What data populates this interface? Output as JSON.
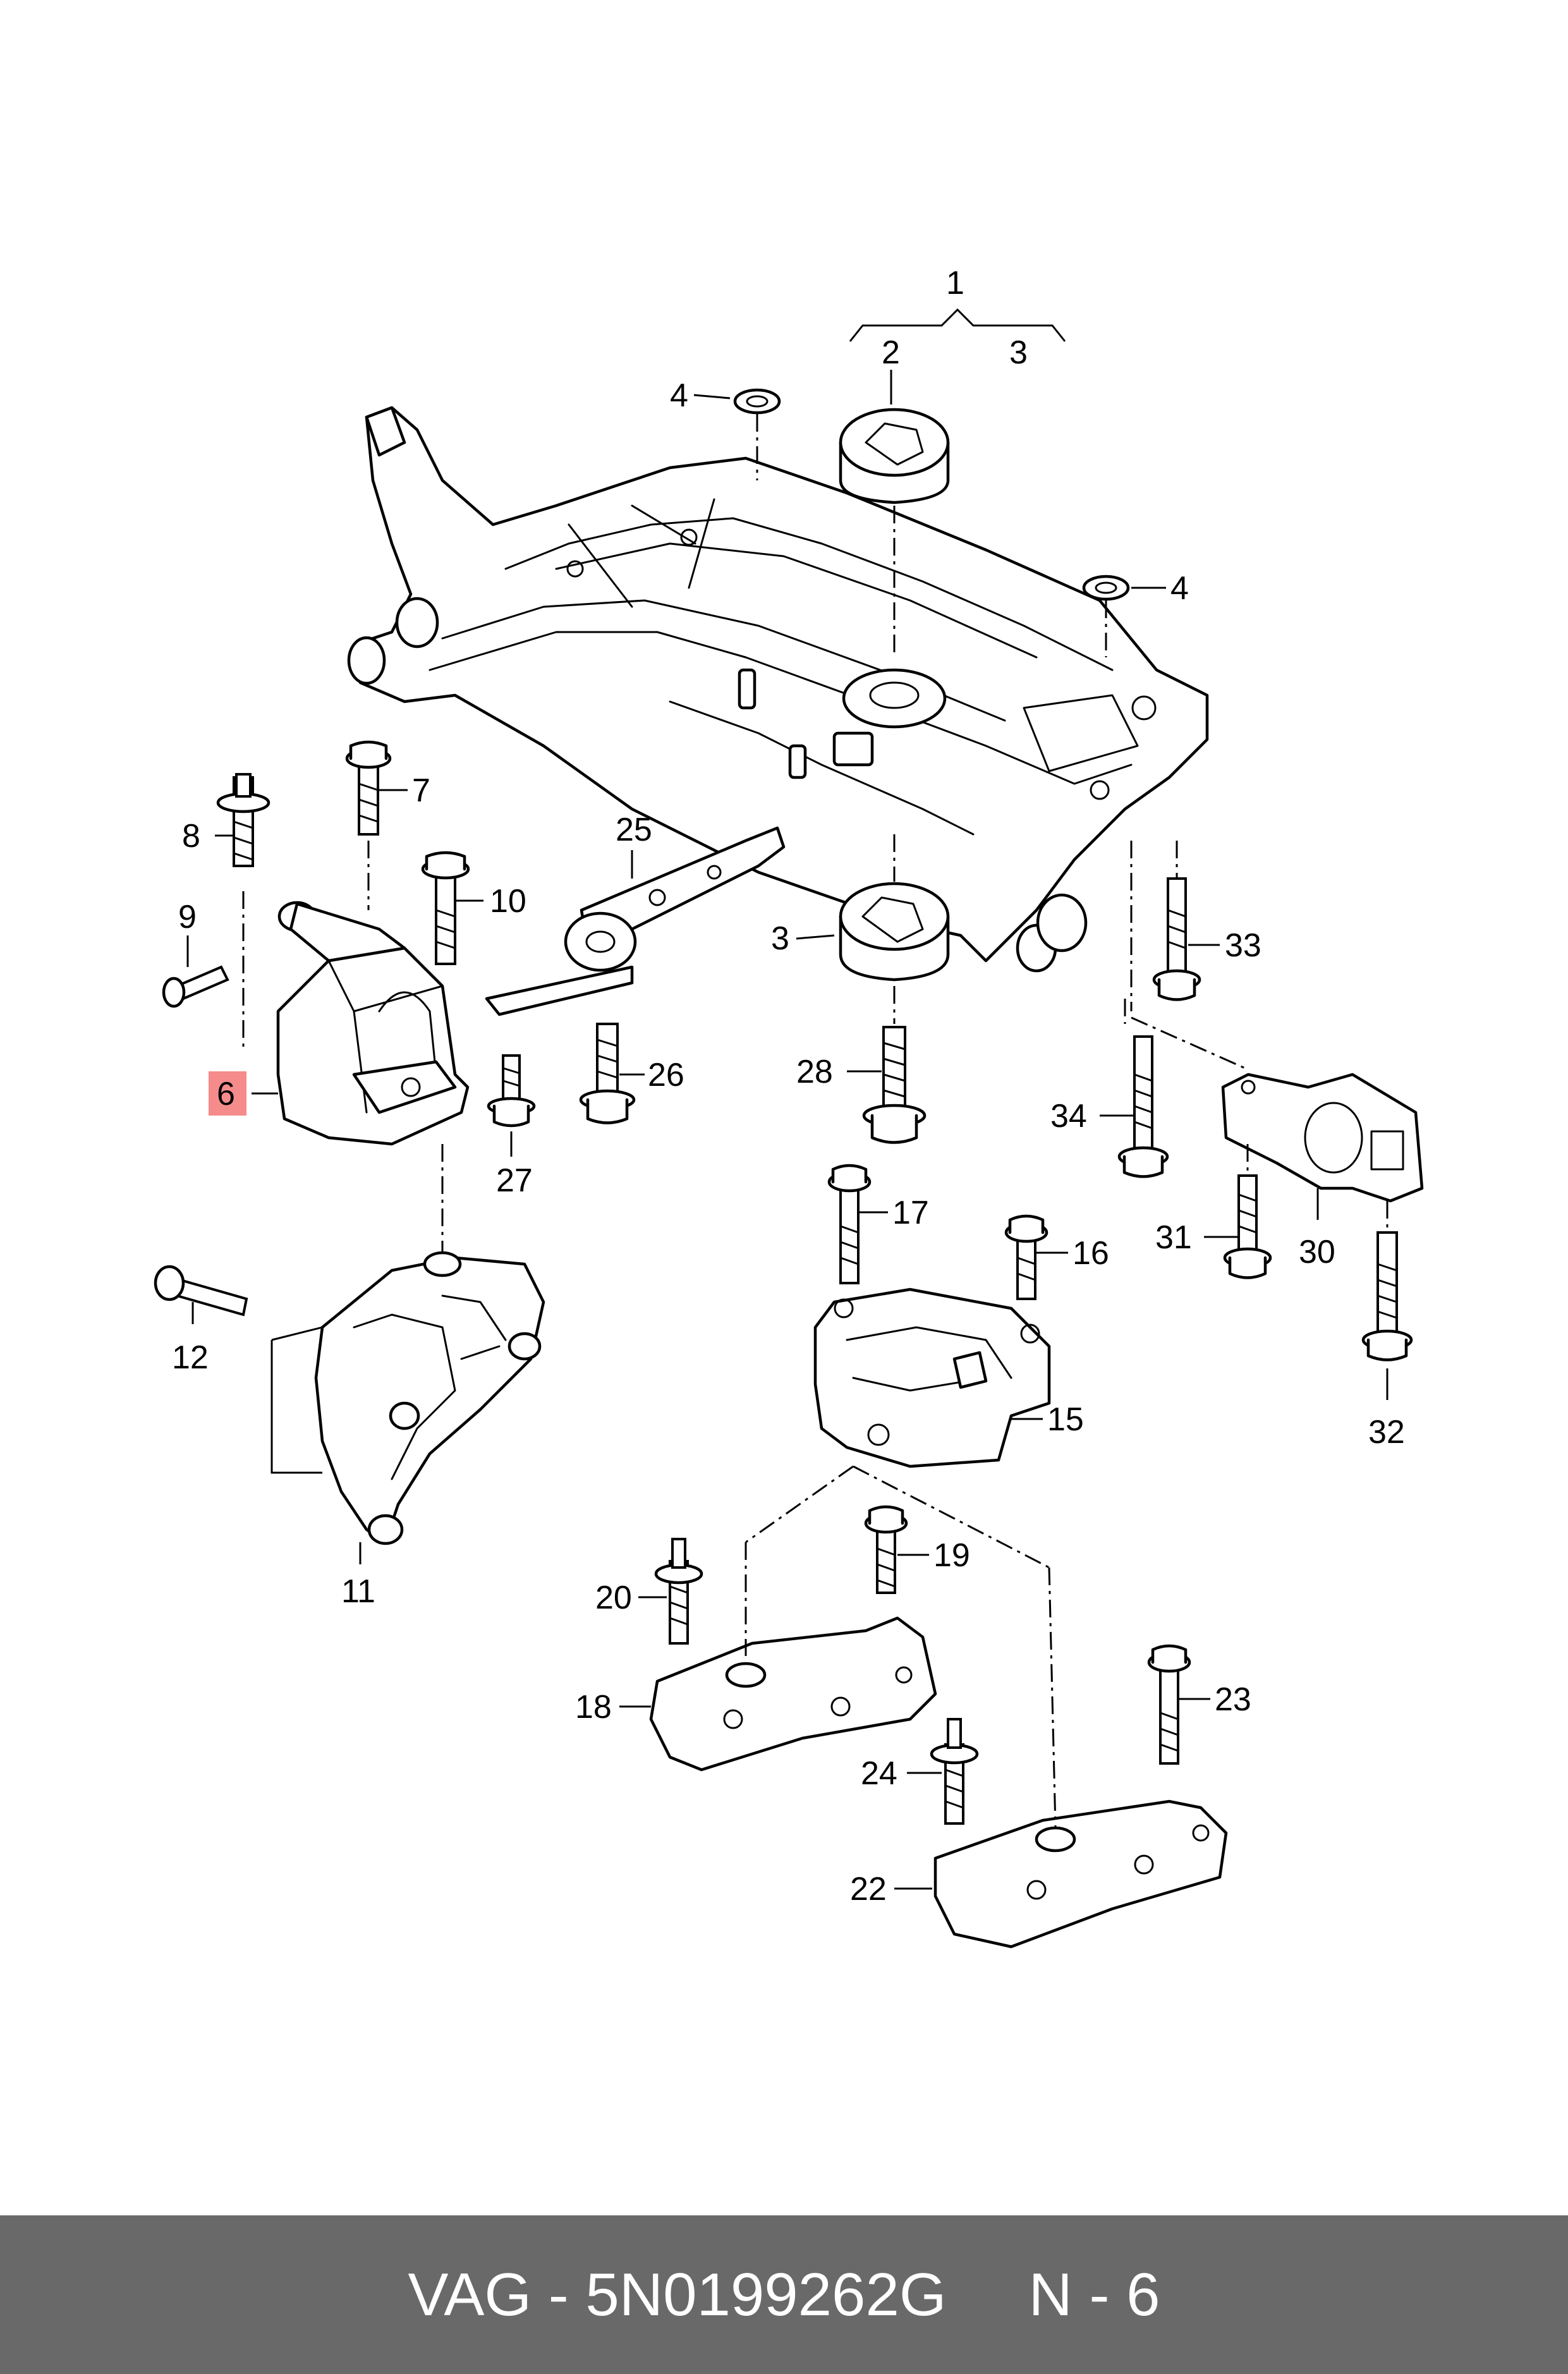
{
  "callouts": [
    {
      "id": "1",
      "text": "1"
    },
    {
      "id": "2",
      "text": "2"
    },
    {
      "id": "3a",
      "text": "3"
    },
    {
      "id": "4a",
      "text": "4"
    },
    {
      "id": "4b",
      "text": "4"
    },
    {
      "id": "3b",
      "text": "3"
    },
    {
      "id": "25",
      "text": "25"
    },
    {
      "id": "7",
      "text": "7"
    },
    {
      "id": "8",
      "text": "8"
    },
    {
      "id": "9",
      "text": "9"
    },
    {
      "id": "10",
      "text": "10"
    },
    {
      "id": "6",
      "text": "6"
    },
    {
      "id": "26",
      "text": "26"
    },
    {
      "id": "27",
      "text": "27"
    },
    {
      "id": "28",
      "text": "28"
    },
    {
      "id": "33",
      "text": "33"
    },
    {
      "id": "34",
      "text": "34"
    },
    {
      "id": "31",
      "text": "31"
    },
    {
      "id": "30",
      "text": "30"
    },
    {
      "id": "32",
      "text": "32"
    },
    {
      "id": "17",
      "text": "17"
    },
    {
      "id": "16",
      "text": "16"
    },
    {
      "id": "15",
      "text": "15"
    },
    {
      "id": "12",
      "text": "12"
    },
    {
      "id": "11",
      "text": "11"
    },
    {
      "id": "19",
      "text": "19"
    },
    {
      "id": "20",
      "text": "20"
    },
    {
      "id": "18",
      "text": "18"
    },
    {
      "id": "23",
      "text": "23"
    },
    {
      "id": "24",
      "text": "24"
    },
    {
      "id": "22",
      "text": "22"
    }
  ],
  "highlight": {
    "part": "6",
    "color": "#f58b8b"
  },
  "footer": {
    "brand_part": "VAG - 5N0199262G",
    "position": "N - 6",
    "background": "#696969"
  }
}
